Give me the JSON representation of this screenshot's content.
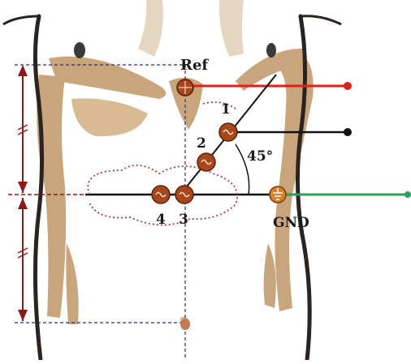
{
  "labels": {
    "ref": "Ref",
    "gnd": "GND",
    "electrode_1": "1",
    "electrode_2": "2",
    "electrode_3": "3",
    "electrode_4": "4",
    "angle": "45°"
  },
  "colors": {
    "skin_shadow": "#c9a57c",
    "body_outline": "#2a2320",
    "electrode": "#a8461c",
    "electrode_rim": "#5a2208",
    "ref_lead": "#e0211f",
    "gnd_lead": "#2e9a5c",
    "lead_black": "#111111",
    "dimension": "#8b1a1a",
    "guide_dashed": "#2c2c7a",
    "contour_dotted": "#9c2a2a"
  },
  "icons": {
    "electrode": "sine-wave-electrode-icon",
    "ground": "ground-electrode-icon",
    "lead_terminal": "dot-terminal-icon",
    "equal_mark": "double-tick-equal-mark-icon"
  }
}
